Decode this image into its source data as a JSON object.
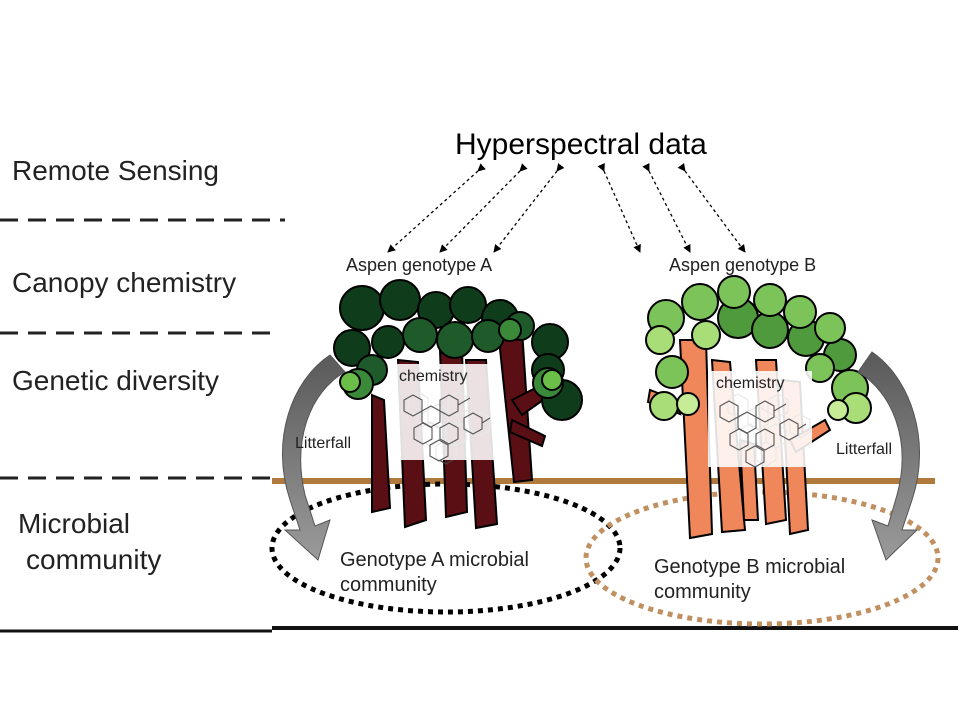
{
  "title": "Hyperspectral data",
  "rows": {
    "remote_sensing": "Remote Sensing",
    "canopy_chemistry": "Canopy chemistry",
    "genetic_diversity": "Genetic diversity",
    "microbial_line1": "Microbial",
    "microbial_line2": "community"
  },
  "genotypes": {
    "a_label": "Aspen genotype A",
    "b_label": "Aspen genotype B"
  },
  "chemistry_label": "chemistry",
  "litterfall_label": "Litterfall",
  "communities": {
    "a_line1": "Genotype A microbial",
    "a_line2": "community",
    "b_line1": "Genotype B microbial",
    "b_line2": "community"
  },
  "colors": {
    "trunk_a": "#5a0f14",
    "foliage_a": [
      "#0f3d1c",
      "#1e5a2a",
      "#3a8a3a",
      "#6bbf48"
    ],
    "trunk_b": "#f0875a",
    "foliage_b": [
      "#4e9a3c",
      "#7cc35a",
      "#a8dd78",
      "#c7ec98"
    ],
    "ground": "#b07a3c",
    "community_a_ring": "#000000",
    "community_b_ring": "#c09060",
    "arrow": "#7a7a7a"
  }
}
